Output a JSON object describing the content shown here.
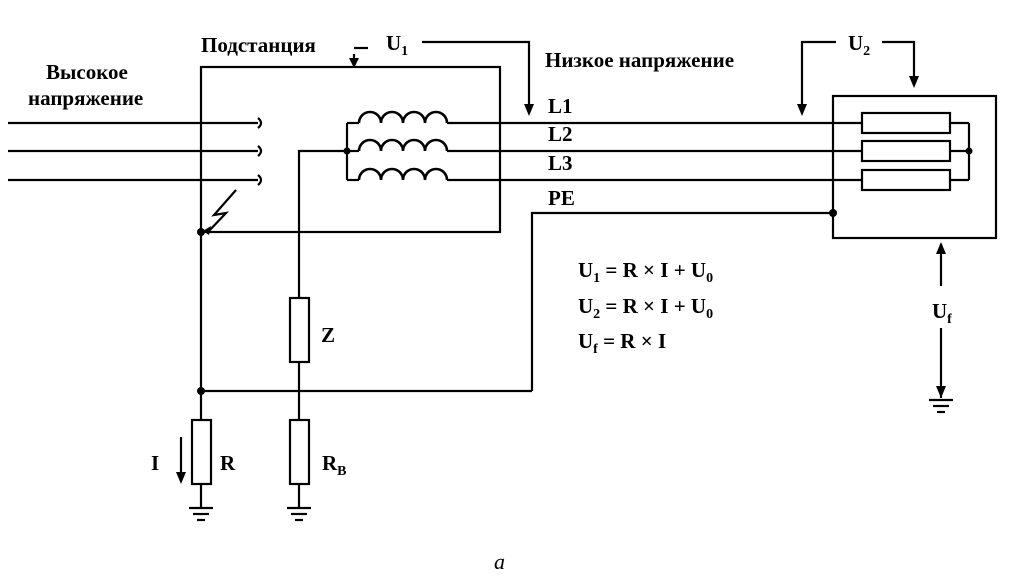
{
  "labels": {
    "high_voltage_line1": "Высокое",
    "high_voltage_line2": "напряжение",
    "substation": "Подстанция",
    "low_voltage": "Низкое напряжение",
    "u1_main": "U",
    "u1_sub": "1",
    "u2_main": "U",
    "u2_sub": "2",
    "uf_main": "U",
    "uf_sub": "f",
    "l1": "L1",
    "l2": "L2",
    "l3": "L3",
    "pe": "PE",
    "z": "Z",
    "r": "R",
    "rb_main": "R",
    "rb_sub": "B",
    "current": "I",
    "caption": "a"
  },
  "equations": {
    "eq1_a": "U",
    "eq1_sub1": "1",
    "eq1_b": " = R × I + U",
    "eq1_sub2": "0",
    "eq2_a": "U",
    "eq2_sub1": "2",
    "eq2_b": " = R × I + U",
    "eq2_sub2": "0",
    "eq3_a": "U",
    "eq3_sub1": "f",
    "eq3_b": " = R × I"
  }
}
